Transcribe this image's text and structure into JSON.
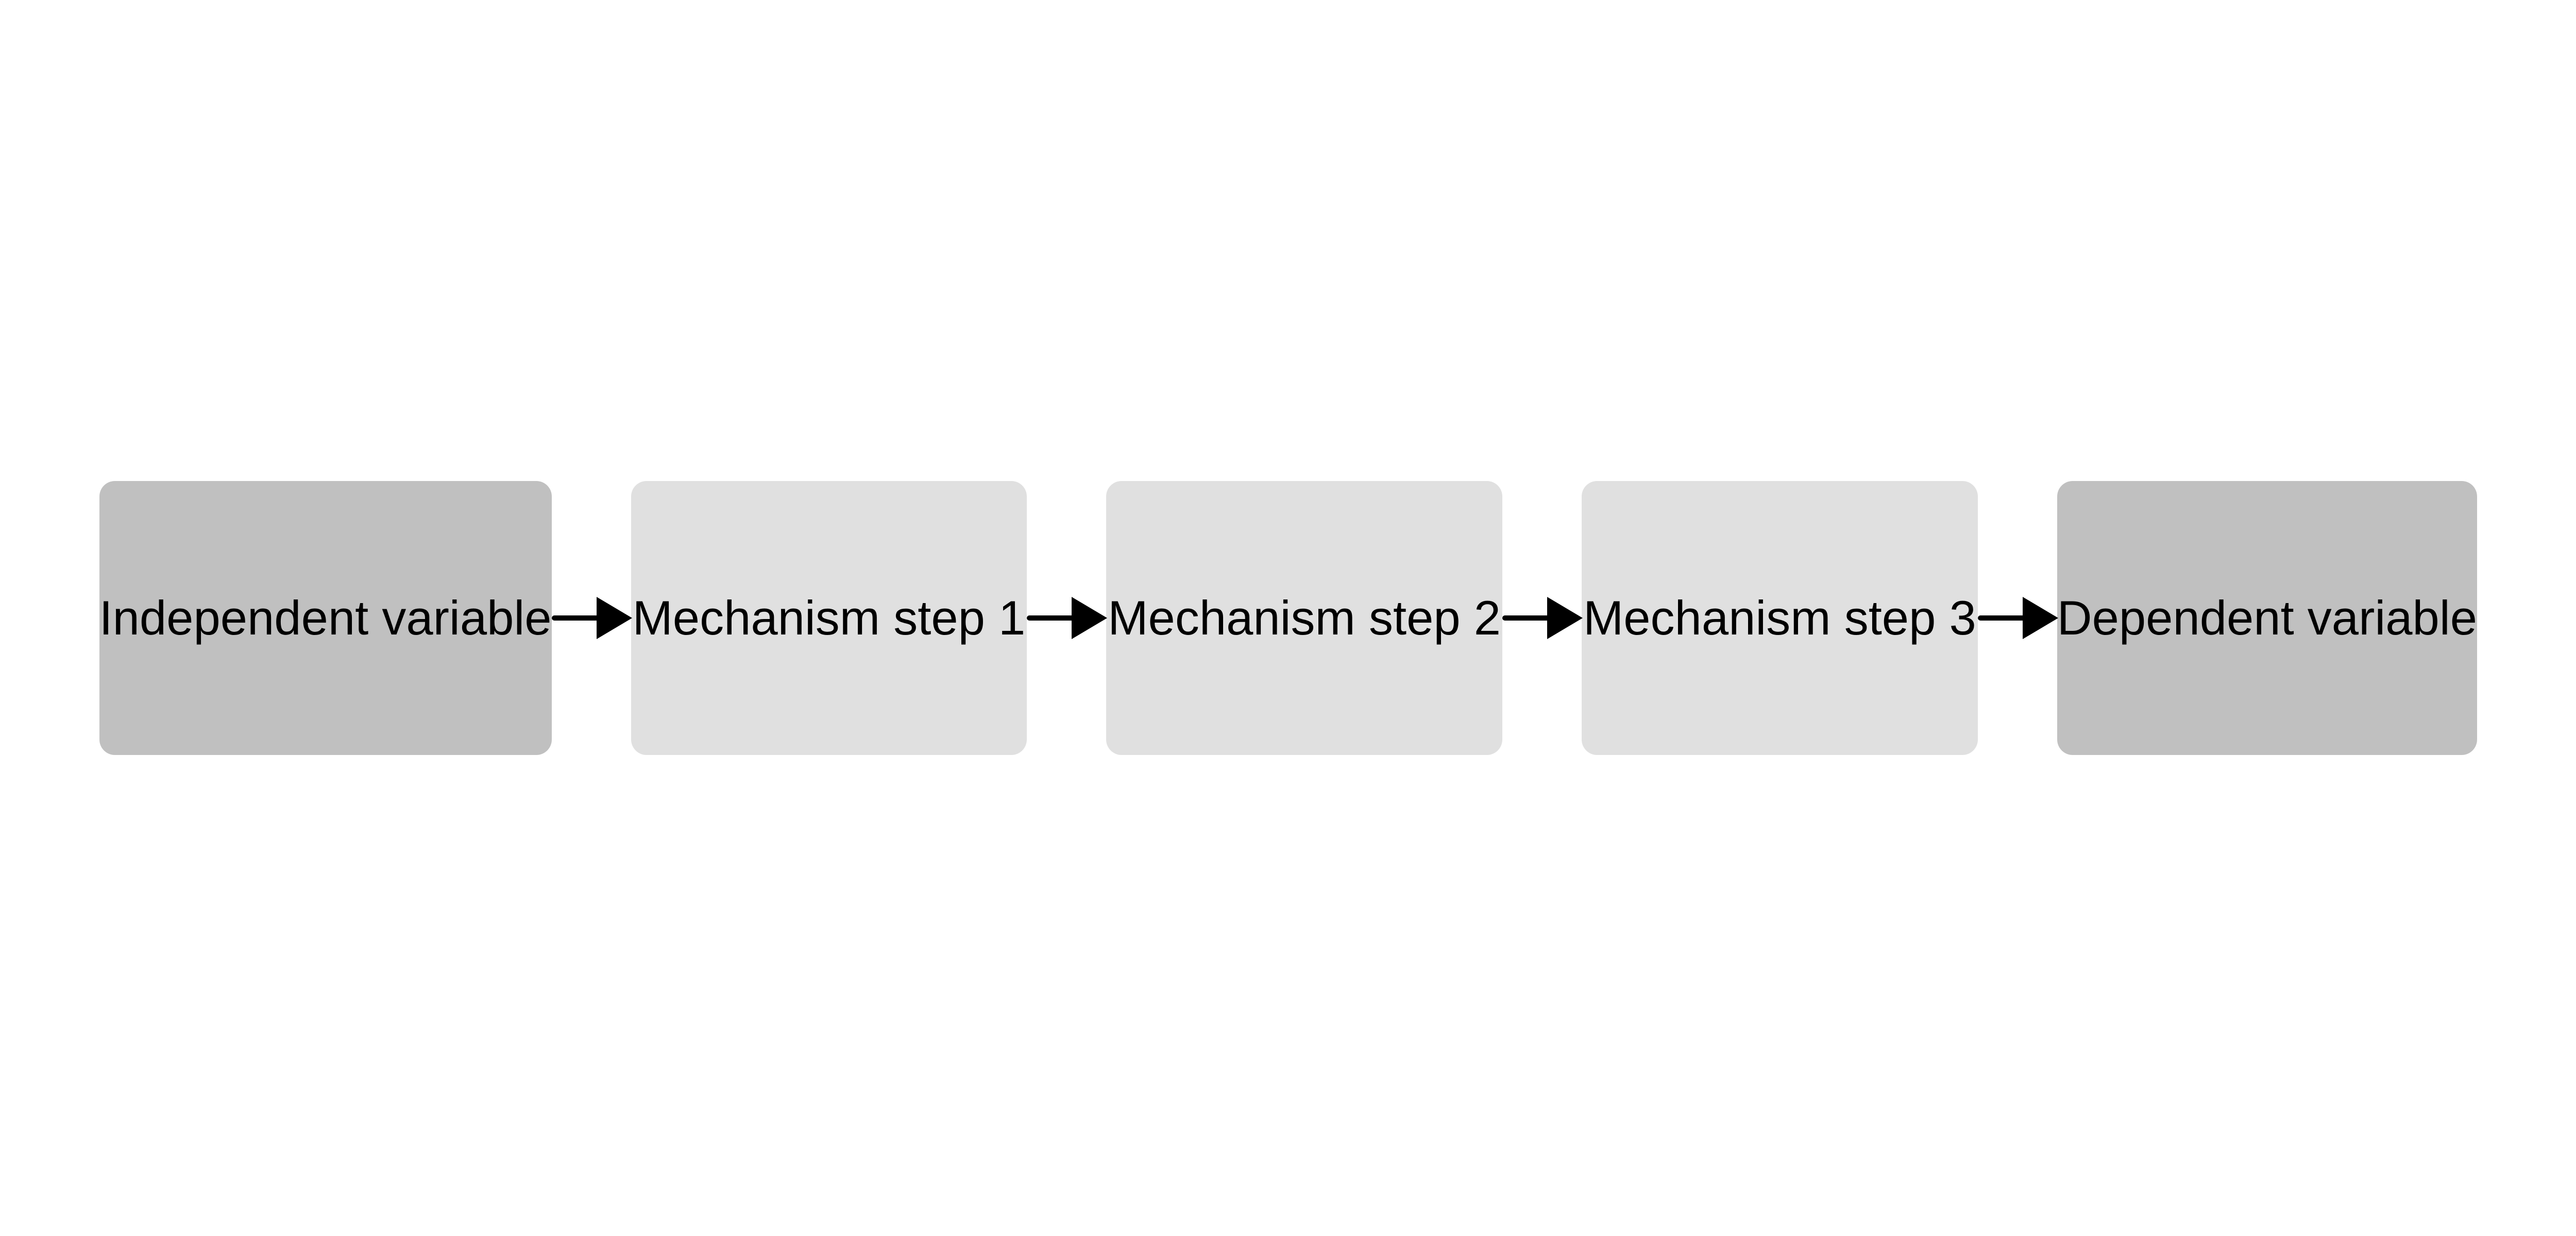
{
  "nodes": [
    {
      "label": "Independent variable",
      "role": "endpoint",
      "color": "#c0c0c0"
    },
    {
      "label": "Mechanism step 1",
      "role": "mechanism",
      "color": "#e0e0e0"
    },
    {
      "label": "Mechanism step 2",
      "role": "mechanism",
      "color": "#e0e0e0"
    },
    {
      "label": "Mechanism step 3",
      "role": "mechanism",
      "color": "#e0e0e0"
    },
    {
      "label": "Dependent variable",
      "role": "endpoint",
      "color": "#c0c0c0"
    }
  ],
  "edges": [
    {
      "from": 0,
      "to": 1
    },
    {
      "from": 1,
      "to": 2
    },
    {
      "from": 2,
      "to": 3
    },
    {
      "from": 3,
      "to": 4
    }
  ],
  "arrow_color": "#000000"
}
